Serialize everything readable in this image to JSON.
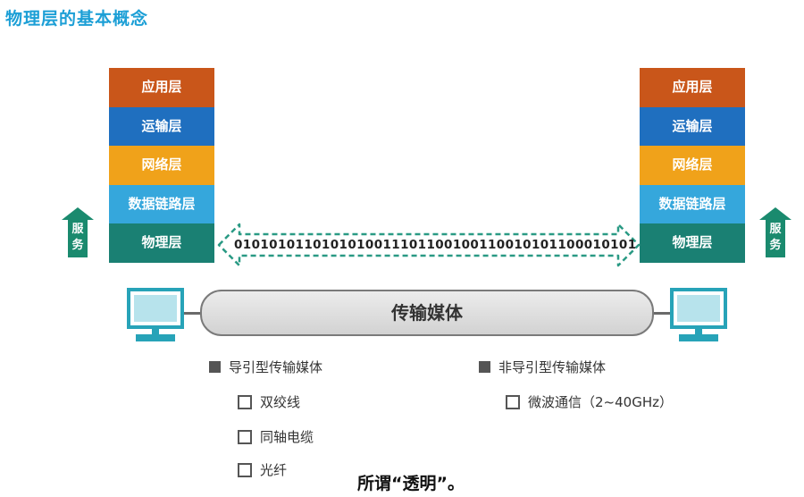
{
  "title": "物理层的基本概念",
  "layers_left": [
    {
      "label": "应用层",
      "color": "#c9561a"
    },
    {
      "label": "运输层",
      "color": "#1f6fbf"
    },
    {
      "label": "网络层",
      "color": "#f0a21a"
    },
    {
      "label": "数据链路层",
      "color": "#35a7dc"
    },
    {
      "label": "物理层",
      "color": "#1a8073"
    }
  ],
  "layers_right": [
    {
      "label": "应用层",
      "color": "#c9561a"
    },
    {
      "label": "运输层",
      "color": "#1f6fbf"
    },
    {
      "label": "网络层",
      "color": "#f0a21a"
    },
    {
      "label": "数据链路层",
      "color": "#35a7dc"
    },
    {
      "label": "物理层",
      "color": "#1a8073"
    }
  ],
  "service_label": "服务",
  "bitstream": "0101010110101010011101100100110010101100010101",
  "medium_label": "传输媒体",
  "guided": {
    "heading": "导引型传输媒体",
    "items": [
      "双绞线",
      "同轴电缆",
      "光纤"
    ]
  },
  "unguided": {
    "heading": "非导引型传输媒体",
    "items": [
      "微波通信（2~40GHz）"
    ]
  },
  "subtitle": "所谓“透明”。",
  "colors": {
    "accent": "#1c9fd6",
    "service": "#1a8a6e",
    "monitor": "#27a3b8"
  }
}
